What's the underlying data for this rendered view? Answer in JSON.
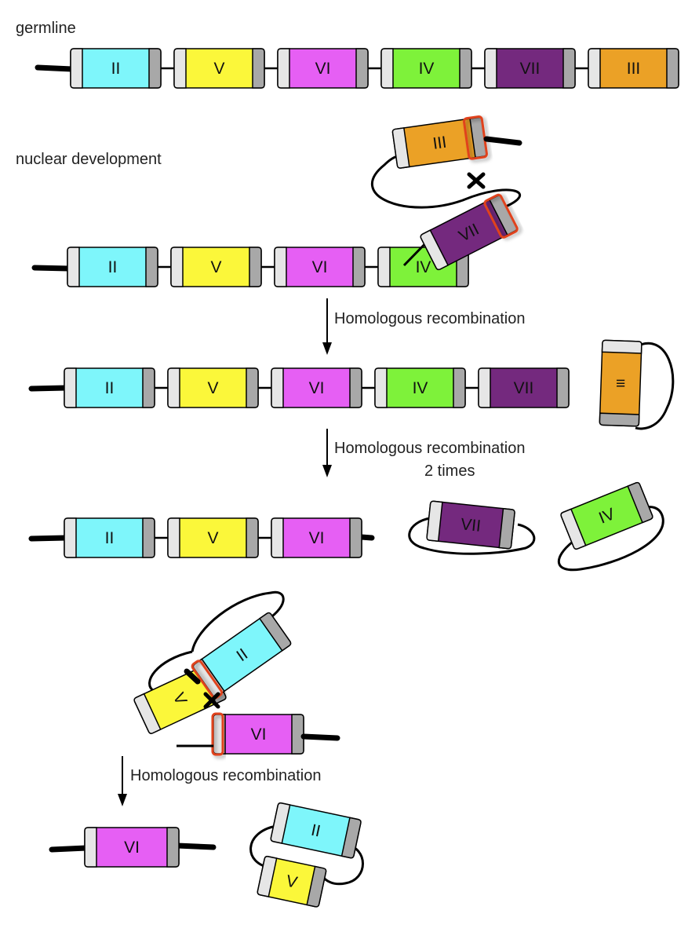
{
  "labels": {
    "germline": "germline",
    "nuclear_development": "nuclear development",
    "step1": "Homologous recombination",
    "step2_line1": "Homologous recombination",
    "step2_line2": "2 times",
    "step3": "Homologous recombination"
  },
  "segment_text": {
    "II": "II",
    "III": "III",
    "IV": "IV",
    "V": "V",
    "VI": "VI",
    "VII": "VII",
    "III_rotated": "≡"
  },
  "colors": {
    "II": "#7ef6fb",
    "III": "#eba126",
    "IV": "#7ef23a",
    "V": "#fbf73a",
    "VI": "#e65ff4",
    "VII": "#74297e",
    "end_light": "#e6e6e6",
    "end_dark": "#a8a8a8",
    "highlight": "#e0431b",
    "line": "#000000"
  },
  "rows": {
    "germline": [
      "II",
      "V",
      "VI",
      "IV",
      "VII",
      "III"
    ],
    "stage1": [
      "II",
      "V",
      "VI",
      "IV",
      "VII",
      "III"
    ],
    "stage2": [
      "II",
      "V",
      "VI",
      "IV",
      "VII"
    ],
    "stage3": [
      "II",
      "V",
      "VI"
    ],
    "stage4": [
      "VI"
    ]
  },
  "excised": {
    "after_step1": [
      "III"
    ],
    "after_step2": [
      "VII",
      "IV"
    ],
    "after_step3": [
      "II",
      "V"
    ]
  }
}
